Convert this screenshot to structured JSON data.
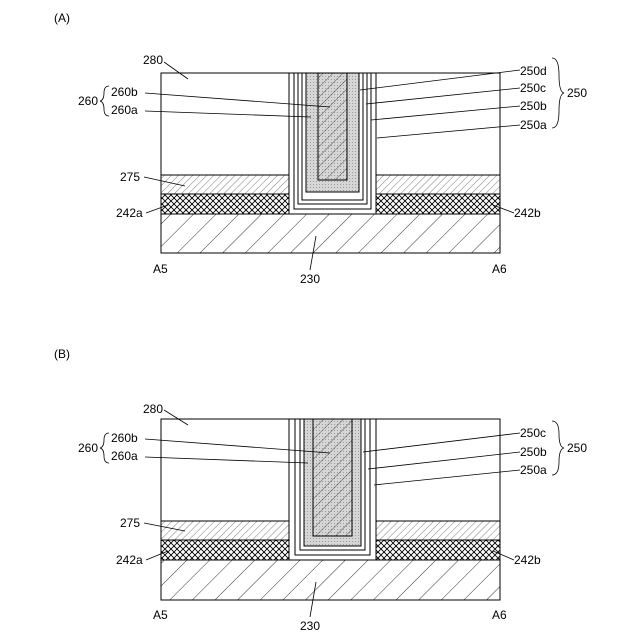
{
  "panel_a": {
    "label": "(A)",
    "labels": {
      "l280": "280",
      "l260": "260",
      "l260b": "260b",
      "l260a": "260a",
      "l275": "275",
      "l242a": "242a",
      "l242b": "242b",
      "l250": "250",
      "l250d": "250d",
      "l250c": "250c",
      "l250b": "250b",
      "l250a": "250a",
      "l230": "230",
      "lA5": "A5",
      "lA6": "A6"
    }
  },
  "panel_b": {
    "label": "(B)",
    "labels": {
      "l280": "280",
      "l260": "260",
      "l260b": "260b",
      "l260a": "260a",
      "l275": "275",
      "l242a": "242a",
      "l242b": "242b",
      "l250": "250",
      "l250c": "250c",
      "l250b": "250b",
      "l250a": "250a",
      "l230": "230",
      "lA5": "A5",
      "lA6": "A6"
    }
  }
}
